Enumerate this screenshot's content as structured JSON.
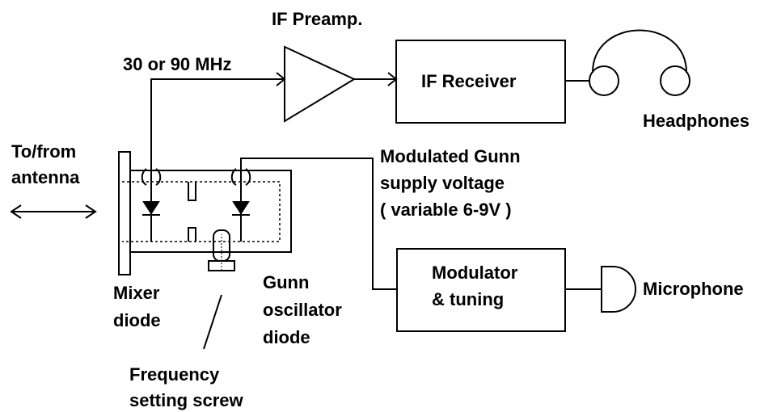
{
  "labels": {
    "if_preamp": "IF Preamp.",
    "freq": "30 or 90 MHz",
    "if_receiver": "IF Receiver",
    "headphones": "Headphones",
    "antenna_line1": "To/from",
    "antenna_line2": "antenna",
    "gunn_supply_line1": "Modulated Gunn",
    "gunn_supply_line2": "supply voltage",
    "gunn_supply_line3": "( variable 6-9V )",
    "modulator_line1": "Modulator",
    "modulator_line2": "& tuning",
    "microphone": "Microphone",
    "mixer_line1": "Mixer",
    "mixer_line2": "diode",
    "gunn_line1": "Gunn",
    "gunn_line2": "oscillator",
    "gunn_line3": "diode",
    "screw_line1": "Frequency",
    "screw_line2": "setting screw"
  },
  "colors": {
    "stroke": "#000000",
    "background": "#ffffff"
  }
}
